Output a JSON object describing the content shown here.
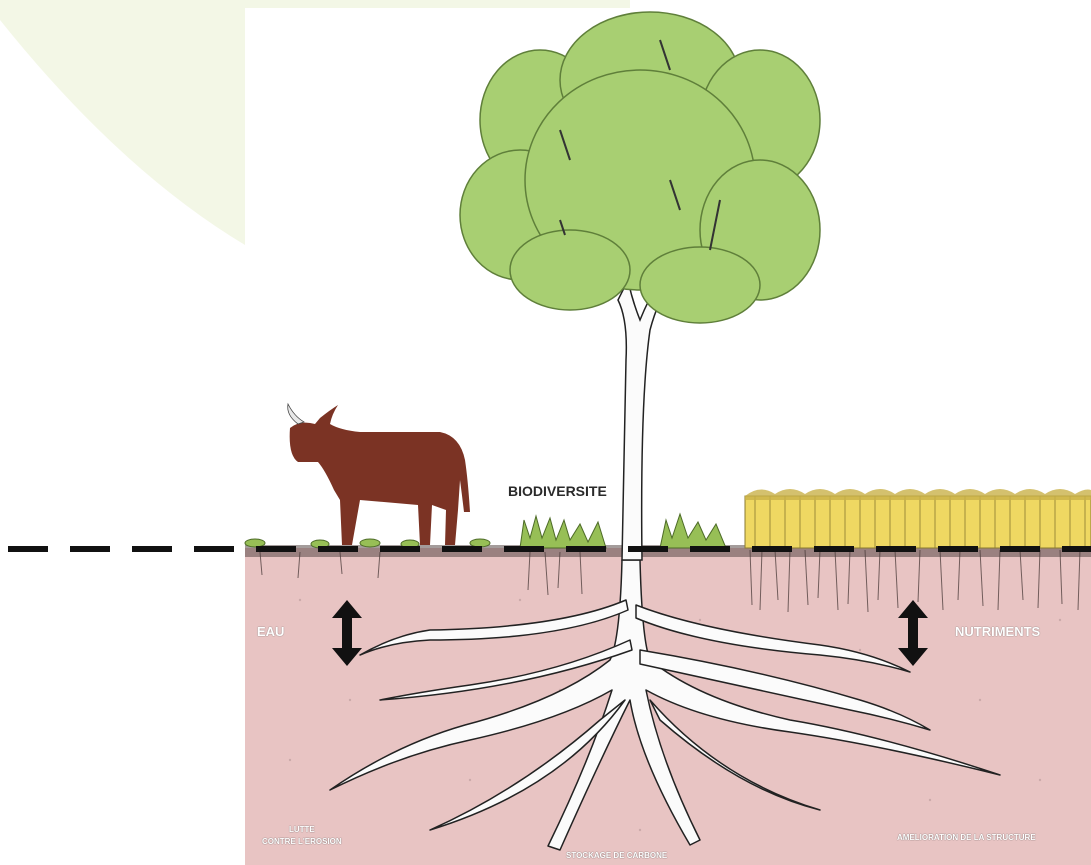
{
  "labels": {
    "biodiversite": "BIODIVERSITE",
    "eau": "EAU",
    "nutriments": "NUTRIMENTS",
    "lutte_line1": "LUTTE",
    "lutte_line2": "CONTRE L'EROSION",
    "stockage": "STOCKAGE DE CARBONE",
    "amelioration": "AMELIORATION DE LA STRUCTURE"
  },
  "colors": {
    "foliage": "#a8cf72",
    "soil": "#e8c4c3",
    "cow": "#7b3324",
    "wheat": "#efd862",
    "background_shape": "#f3f7e6",
    "ground_line": "#111111"
  }
}
